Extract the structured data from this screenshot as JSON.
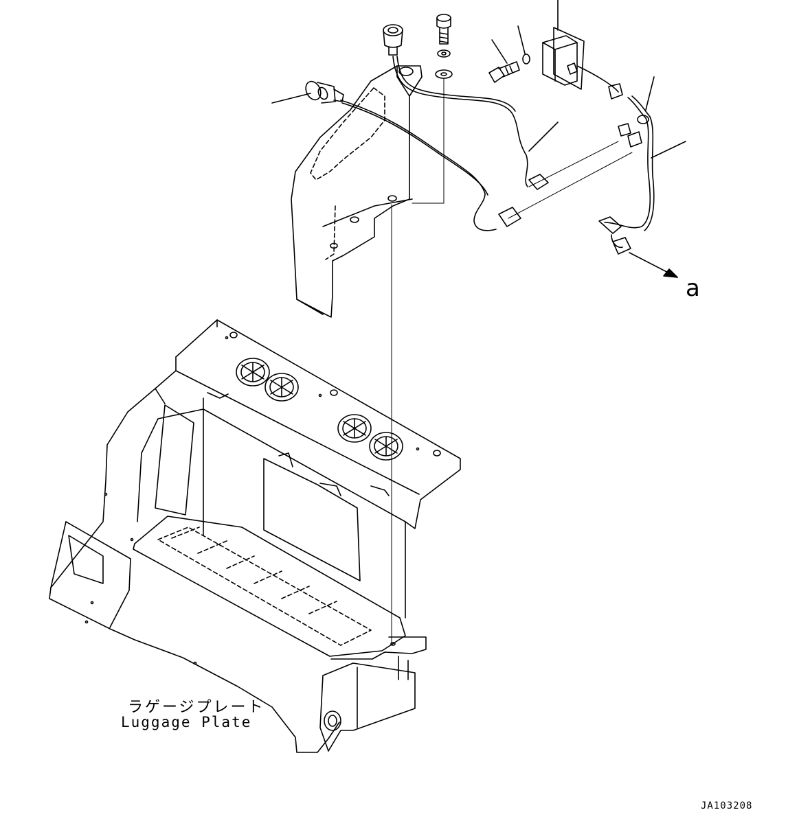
{
  "labels": {
    "luggage_plate_jp": "ラゲージプレート",
    "luggage_plate_en": "Luggage Plate",
    "arrow_ref": "a",
    "drawing_code": "JA103208"
  },
  "icons": [
    "socket-icon",
    "bolt-icon",
    "washer-icon",
    "relay-icon",
    "connector-icon",
    "fan-icon"
  ],
  "colors": {
    "line": "#000000",
    "background": "#ffffff"
  }
}
